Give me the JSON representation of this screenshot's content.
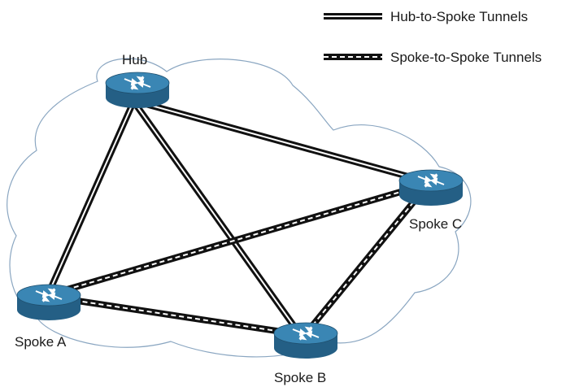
{
  "legend": {
    "hub_to_spoke": "Hub-to-Spoke Tunnels",
    "spoke_to_spoke": "Spoke-to-Spoke Tunnels"
  },
  "nodes": {
    "hub": "Hub",
    "spoke_a": "Spoke A",
    "spoke_b": "Spoke B",
    "spoke_c": "Spoke C"
  },
  "colors": {
    "router_body": "#2a6f97",
    "router_top": "#3a86b4",
    "tunnel_outer": "#111111",
    "tunnel_inner": "#ffffff",
    "cloud_stroke": "#8aa6c1"
  }
}
